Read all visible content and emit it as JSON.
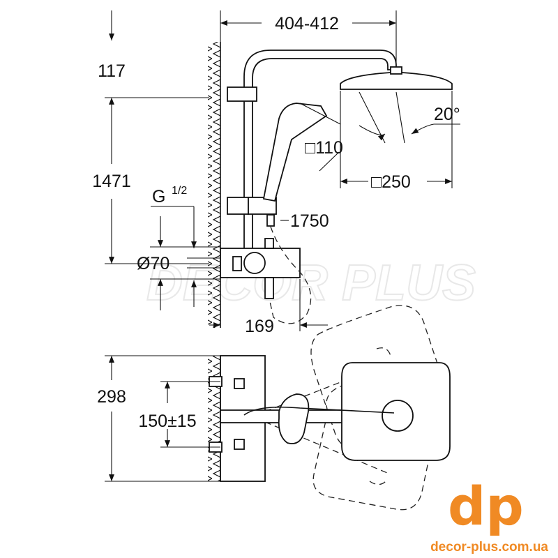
{
  "dimensions": {
    "width_arm": "404-412",
    "top_offset": "117",
    "height_column": "1471",
    "thread": "G",
    "thread_fraction": "1/2",
    "diameter": "Ø70",
    "hose_length": "1750",
    "hand_shower": "□110",
    "angle": "20°",
    "head_shower": "□250",
    "projection": "169",
    "total_height_top_view": "298",
    "centers": "150±15"
  },
  "watermark": "DECOR PLUS",
  "logo": {
    "mark": "dp",
    "url": "decor-plus.com.ua",
    "color": "#f08a24"
  }
}
